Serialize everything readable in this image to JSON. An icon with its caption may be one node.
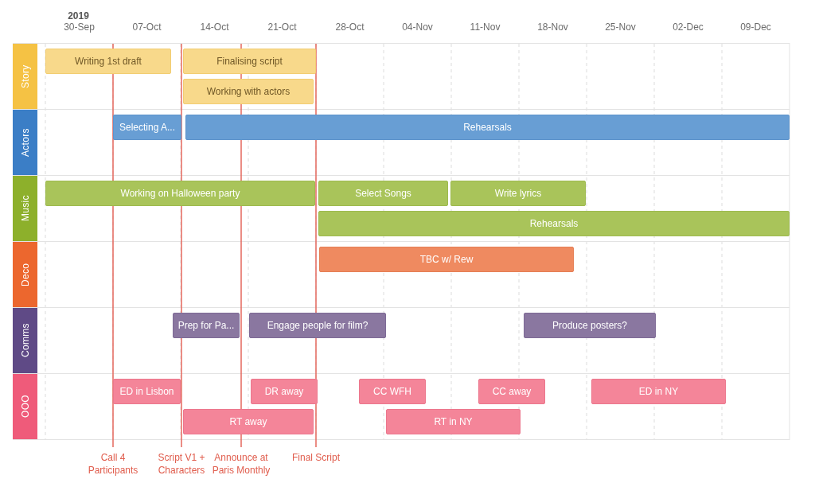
{
  "diagram": {
    "nodes": [
      {
        "text": [
          "Story"
        ]
      },
      {
        "text": [
          "Writing 1st draft"
        ],
        "in": 0
      },
      {
        "text": [
          "Finalising script"
        ],
        "in": 0
      },
      {
        "text": [
          "Working with actors"
        ],
        "in": 0
      },
      {
        "text": [
          "Actors"
        ]
      },
      {
        "text": [
          "Selecting A..."
        ],
        "in": 4
      },
      {
        "text": [
          "Rehearsals"
        ],
        "in": 4
      },
      {
        "text": [
          "Music"
        ]
      },
      {
        "text": [
          "Working on Halloween party"
        ],
        "in": 7
      },
      {
        "text": [
          "Select Songs"
        ],
        "in": 7
      },
      {
        "text": [
          "Write lyrics"
        ],
        "in": 7
      },
      {
        "text": [
          "Rehearsals"
        ],
        "in": 7
      },
      {
        "text": [
          "Deco"
        ]
      },
      {
        "text": [
          "TBC w/ Rew"
        ],
        "in": 12
      },
      {
        "text": [
          "Comms"
        ]
      },
      {
        "text": [
          "Prep for Pa..."
        ],
        "in": 14
      },
      {
        "text": [
          "Engage people for film?"
        ],
        "in": 14
      },
      {
        "text": [
          "Produce posters?"
        ],
        "in": 14
      },
      {
        "text": [
          "OOO"
        ]
      },
      {
        "text": [
          "ED in Lisbon"
        ],
        "in": 18
      },
      {
        "text": [
          "DR away"
        ],
        "in": 18
      },
      {
        "text": [
          "CC WFH"
        ],
        "in": 18
      },
      {
        "text": [
          "CC away"
        ],
        "in": 18
      },
      {
        "text": [
          "ED in NY"
        ],
        "in": 18
      },
      {
        "text": [
          "RT away"
        ],
        "in": 18
      },
      {
        "text": [
          "RT in NY"
        ],
        "in": 18
      }
    ],
    "labels": [
      "2019",
      "30-Sep",
      "07-Oct",
      "14-Oct",
      "21-Oct",
      "28-Oct",
      "04-Nov",
      "11-Nov",
      "18-Nov",
      "25-Nov",
      "02-Dec",
      "09-Dec",
      "Call 4 Participants",
      "Script V1 + Characters",
      "Announce at Paris Monthly",
      "Final Script"
    ]
  }
}
